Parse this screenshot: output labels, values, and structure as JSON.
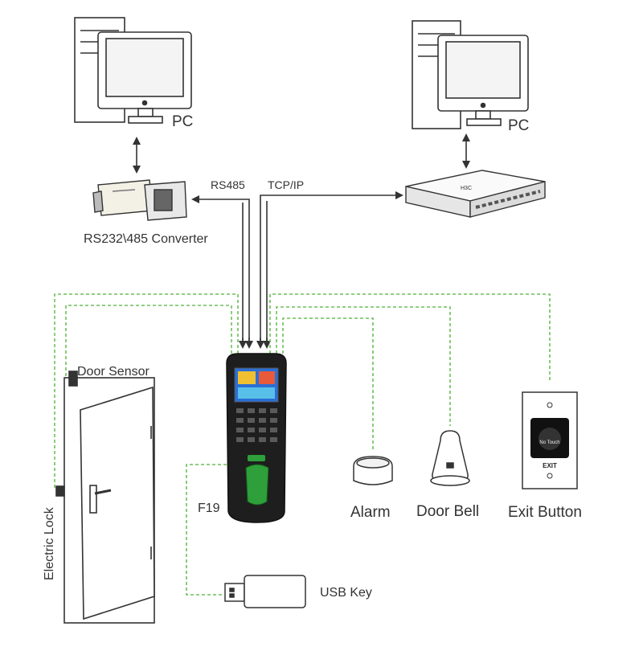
{
  "labels": {
    "pc_left": "PC",
    "pc_right": "PC",
    "rs485": "RS485",
    "tcpip": "TCP/IP",
    "converter": "RS232\\485 Converter",
    "door_sensor": "Door Sensor",
    "electric_lock": "Electric Lock",
    "device": "F19",
    "alarm": "Alarm",
    "door_bell": "Door Bell",
    "exit_button": "Exit Button",
    "usb_key": "USB Key"
  },
  "device_markings": {
    "switch_brand": "H3C",
    "exit_plate_text": "No Touch",
    "exit_label": "EXIT"
  },
  "colors": {
    "line": "#333333",
    "dashed_wire": "#6cbf5a",
    "device_body": "#1e1e1e",
    "screen": "#2a6fd6",
    "fingerprint": "#2e9f3a"
  }
}
